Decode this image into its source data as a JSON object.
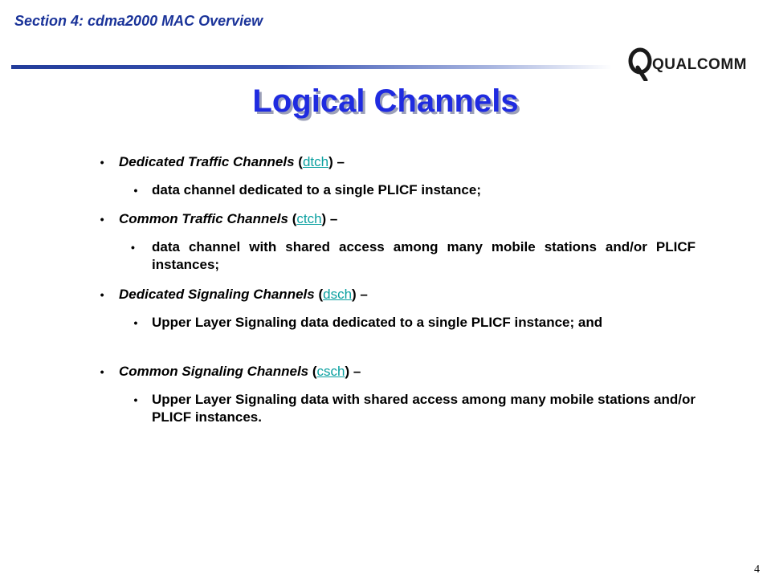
{
  "header": {
    "section": "Section 4: cdma2000 MAC Overview"
  },
  "logo": {
    "name": "qualcomm-logo",
    "text": "QUALCOMM",
    "color": "#1a1a1a"
  },
  "title": "Logical Channels",
  "bullet_glyph": "•",
  "items": [
    {
      "label": "Dedicated Traffic Channels",
      "open": " (",
      "abbr": "dtch",
      "close": ") –",
      "sub": "data channel dedicated to a single PLICF instance;"
    },
    {
      "label": "Common Traffic Channels",
      "open": " (",
      "abbr": "ctch",
      "close": ") –",
      "sub": "data channel with shared access among many mobile stations and/or PLICF instances;"
    },
    {
      "label": "Dedicated Signaling Channels",
      "open": " (",
      "abbr": "dsch",
      "close": ") –",
      "sub": "Upper Layer Signaling data dedicated to a single PLICF instance; and"
    },
    {
      "label": "Common Signaling Channels",
      "open": " (",
      "abbr": "csch",
      "close": ") –",
      "sub": "Upper Layer Signaling data with shared access among many mobile stations and/or PLICF instances."
    }
  ],
  "page_number": "4",
  "colors": {
    "title": "#1f2be0",
    "header": "#1a3399",
    "link": "#0aa0a0"
  }
}
